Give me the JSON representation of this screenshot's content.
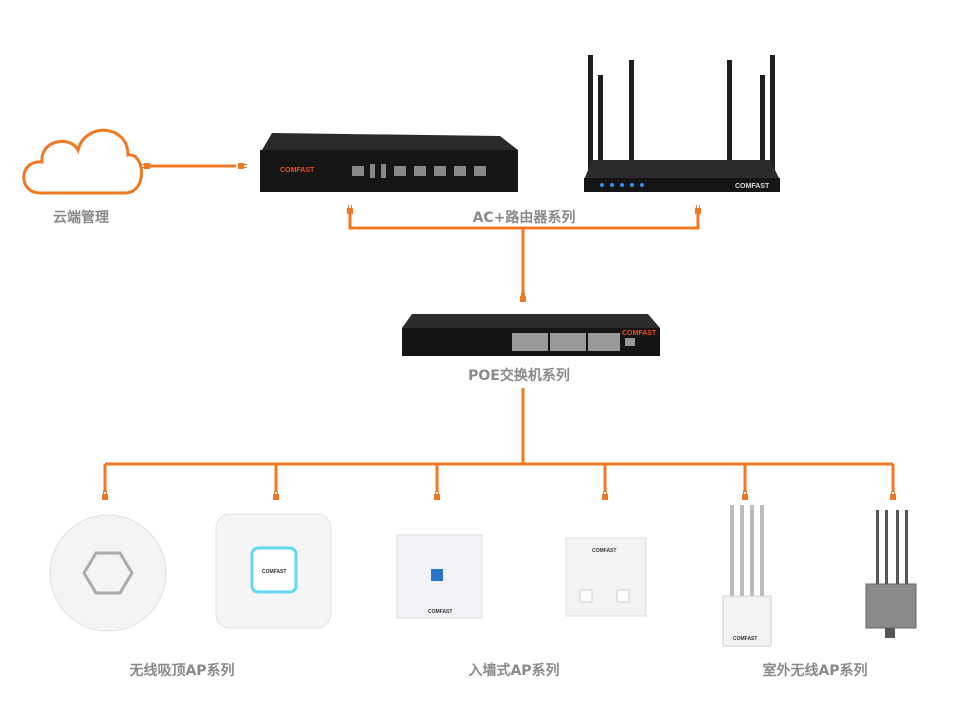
{
  "colors": {
    "link": "#f07822",
    "label": "#8a8a8a",
    "device_dark": "#1c1c1c",
    "brand": "#e8551f"
  },
  "labels": {
    "cloud": "云端管理",
    "ac_router": "AC+路由器系列",
    "poe_switch": "POE交换机系列",
    "ceiling_ap": "无线吸顶AP系列",
    "wall_ap": "入墙式AP系列",
    "outdoor_ap": "室外无线AP系列"
  },
  "brand": "COMFAST",
  "icons": [
    "cloud-icon",
    "ethernet-plug-icon"
  ]
}
